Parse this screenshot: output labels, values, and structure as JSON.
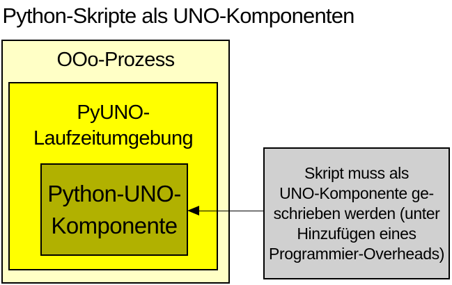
{
  "title": "Python-Skripte als UNO-Komponenten",
  "diagram": {
    "outer_box": {
      "label": "OOo-Prozess",
      "fill": "#ffffc6"
    },
    "runtime_box": {
      "lines": [
        "PyUNO-",
        "Laufzeitumgebung"
      ],
      "fill": "#ffff00"
    },
    "component_box": {
      "lines": [
        "Python-UNO-",
        "Komponente"
      ],
      "fill": "#b1b100"
    },
    "note_box": {
      "lines": [
        "Skript muss als",
        "UNO-Komponente ge-",
        "schrieben werden (unter",
        "Hinzufügen eines",
        "Programmier-Overheads)"
      ],
      "fill": "#d0d0d0"
    },
    "arrow": {
      "direction": "left",
      "color": "#000000"
    }
  }
}
